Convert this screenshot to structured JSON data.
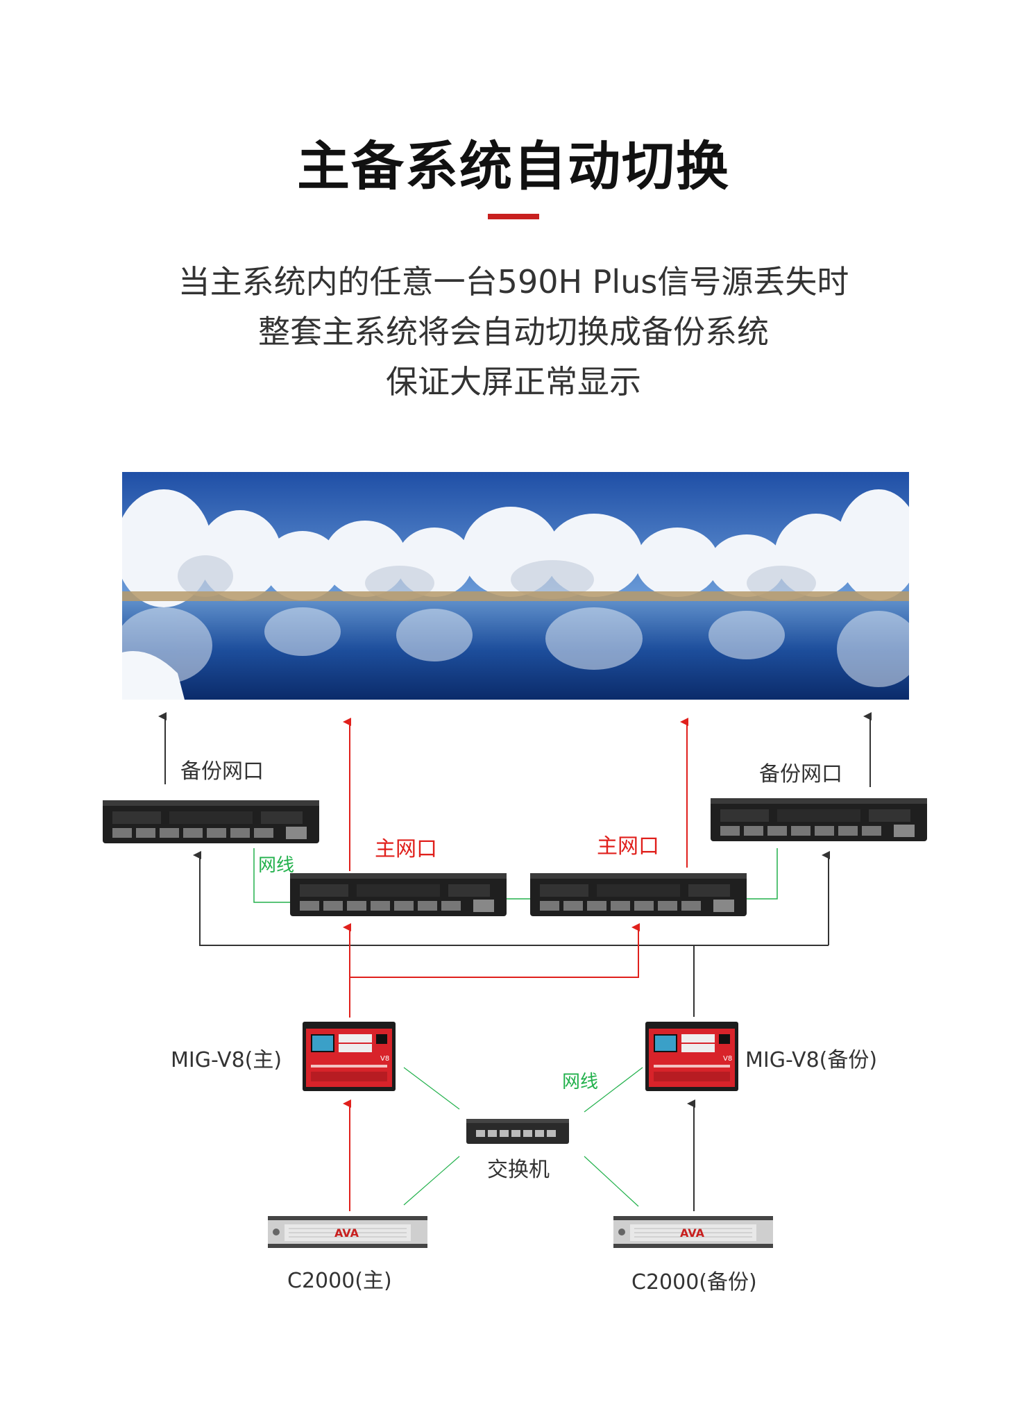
{
  "header": {
    "title": "主备系统自动切换",
    "lines": [
      "当主系统内的任意一台590H Plus信号源丢失时",
      "整套主系统将会自动切换成备份系统",
      "保证大屏正常显示"
    ]
  },
  "diagram": {
    "backup_port_left": "备份网口",
    "backup_port_right": "备份网口",
    "main_port_left": "主网口",
    "main_port_right": "主网口",
    "cable_top": "网线",
    "cable_bottom": "网线",
    "mig_main": "MIG-V8(主)",
    "mig_backup": "MIG-V8(备份)",
    "switch": "交换机",
    "c2000_main": "C2000(主)",
    "c2000_backup": "C2000(备份)",
    "device_badge": "V8",
    "server_logo": "AVA"
  },
  "colors": {
    "accent": "#c8201f",
    "main_line": "#e0201c",
    "backup_line": "#333333",
    "cable": "#22b14c",
    "mig_red": "#d8232a"
  }
}
